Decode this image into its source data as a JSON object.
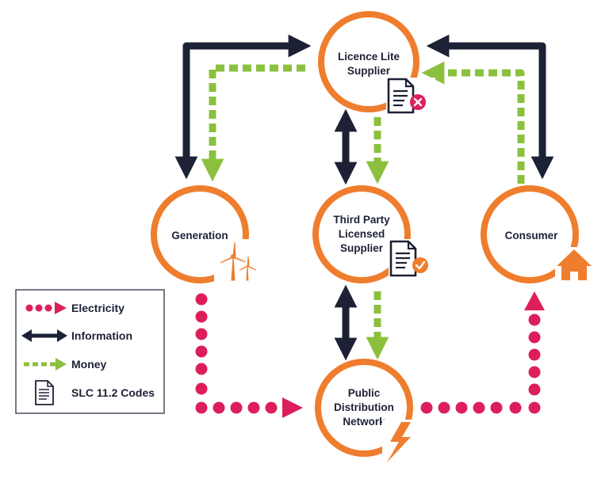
{
  "diagram": {
    "nodes": {
      "licence_lite": {
        "lines": [
          "Licence Lite",
          "Supplier"
        ]
      },
      "generation": {
        "lines": [
          "Generation"
        ]
      },
      "third_party": {
        "lines": [
          "Third Party",
          "Licensed",
          "Supplier"
        ]
      },
      "consumer": {
        "lines": [
          "Consumer"
        ]
      },
      "distribution": {
        "lines": [
          "Public",
          "Distribution",
          "Network"
        ]
      }
    },
    "legend": {
      "electricity": "Electricity",
      "information": "Information",
      "money": "Money",
      "codes": "SLC 11.2 Codes"
    },
    "colors": {
      "orange": "#ef7d2e",
      "navy": "#1d2135",
      "green": "#8bc03f",
      "pink": "#dc1f5a"
    },
    "icons": {
      "licence_lite": "document-cross-icon",
      "third_party": "document-check-icon",
      "generation": "wind-turbine-icon",
      "consumer": "house-icon",
      "distribution": "lightning-bolt-icon",
      "legend_codes": "document-icon"
    }
  }
}
